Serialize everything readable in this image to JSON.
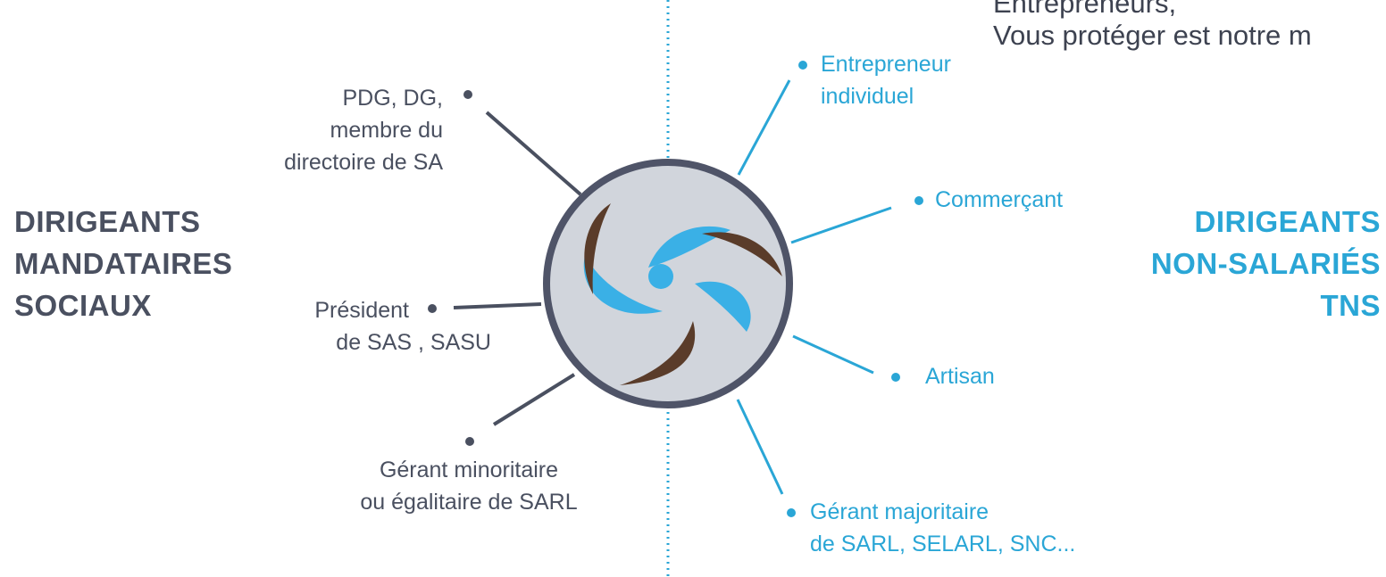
{
  "slogan": {
    "line1": "Entrepreneurs,",
    "line2": "Vous protéger est notre m"
  },
  "left_group": {
    "line1": "DIRIGEANTS",
    "line2": "MANDATAIRES",
    "line3": "SOCIAUX"
  },
  "right_group": {
    "line1": "DIRIGEANTS",
    "line2": "NON-SALARIÉS",
    "line3": "TNS"
  },
  "left_items": [
    {
      "line1": "PDG, DG,",
      "line2": "membre du",
      "line3": "directoire de SA"
    },
    {
      "line1": "Président",
      "line2": "de SAS , SASU"
    },
    {
      "line1": "Gérant minoritaire",
      "line2": "ou égalitaire de SARL"
    }
  ],
  "right_items": [
    {
      "line1": "Entrepreneur",
      "line2": "individuel"
    },
    {
      "line1": "Commerçant"
    },
    {
      "line1": "Artisan"
    },
    {
      "line1": "Gérant majoritaire",
      "line2": "de SARL, SELARL, SNC..."
    }
  ],
  "colors": {
    "dark": "#4a5060",
    "blue": "#2aa6d6",
    "circle_fill": "#d1d5dc",
    "brown": "#5a3c2a"
  },
  "icons": [
    "logo-swirl-icon"
  ]
}
